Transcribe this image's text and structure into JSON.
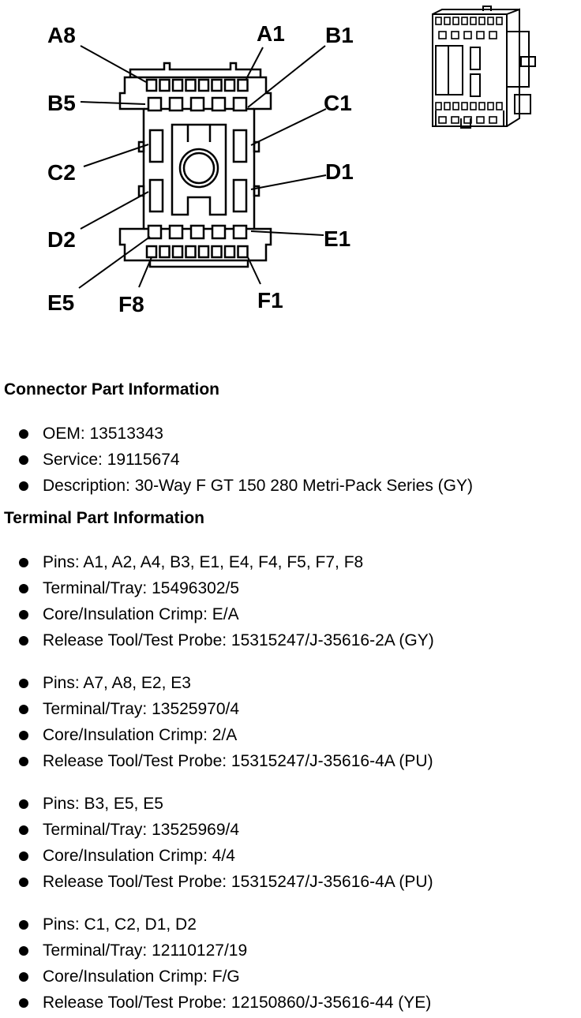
{
  "diagram": {
    "pin_labels": [
      "A8",
      "A1",
      "B1",
      "B5",
      "C1",
      "C2",
      "D1",
      "D2",
      "E1",
      "E5",
      "F8",
      "F1"
    ]
  },
  "connector_section": {
    "title": "Connector Part Information",
    "items": [
      "OEM: 13513343",
      "Service: 19115674",
      "Description: 30-Way F GT 150 280 Metri-Pack Series (GY)"
    ]
  },
  "terminal_section": {
    "title": "Terminal Part Information",
    "groups": [
      {
        "items": [
          "Pins: A1, A2, A4, B3, E1, E4, F4, F5, F7, F8",
          "Terminal/Tray: 15496302/5",
          "Core/Insulation Crimp: E/A",
          "Release Tool/Test Probe: 15315247/J-35616-2A (GY)"
        ]
      },
      {
        "items": [
          "Pins: A7, A8, E2, E3",
          "Terminal/Tray: 13525970/4",
          "Core/Insulation Crimp: 2/A",
          "Release Tool/Test Probe: 15315247/J-35616-4A (PU)"
        ]
      },
      {
        "items": [
          "Pins: B3, E5, E5",
          "Terminal/Tray: 13525969/4",
          "Core/Insulation Crimp: 4/4",
          "Release Tool/Test Probe: 15315247/J-35616-4A (PU)"
        ]
      },
      {
        "items": [
          "Pins: C1, C2, D1, D2",
          "Terminal/Tray: 12110127/19",
          "Core/Insulation Crimp: F/G",
          "Release Tool/Test Probe: 12150860/J-35616-44 (YE)"
        ]
      }
    ]
  }
}
